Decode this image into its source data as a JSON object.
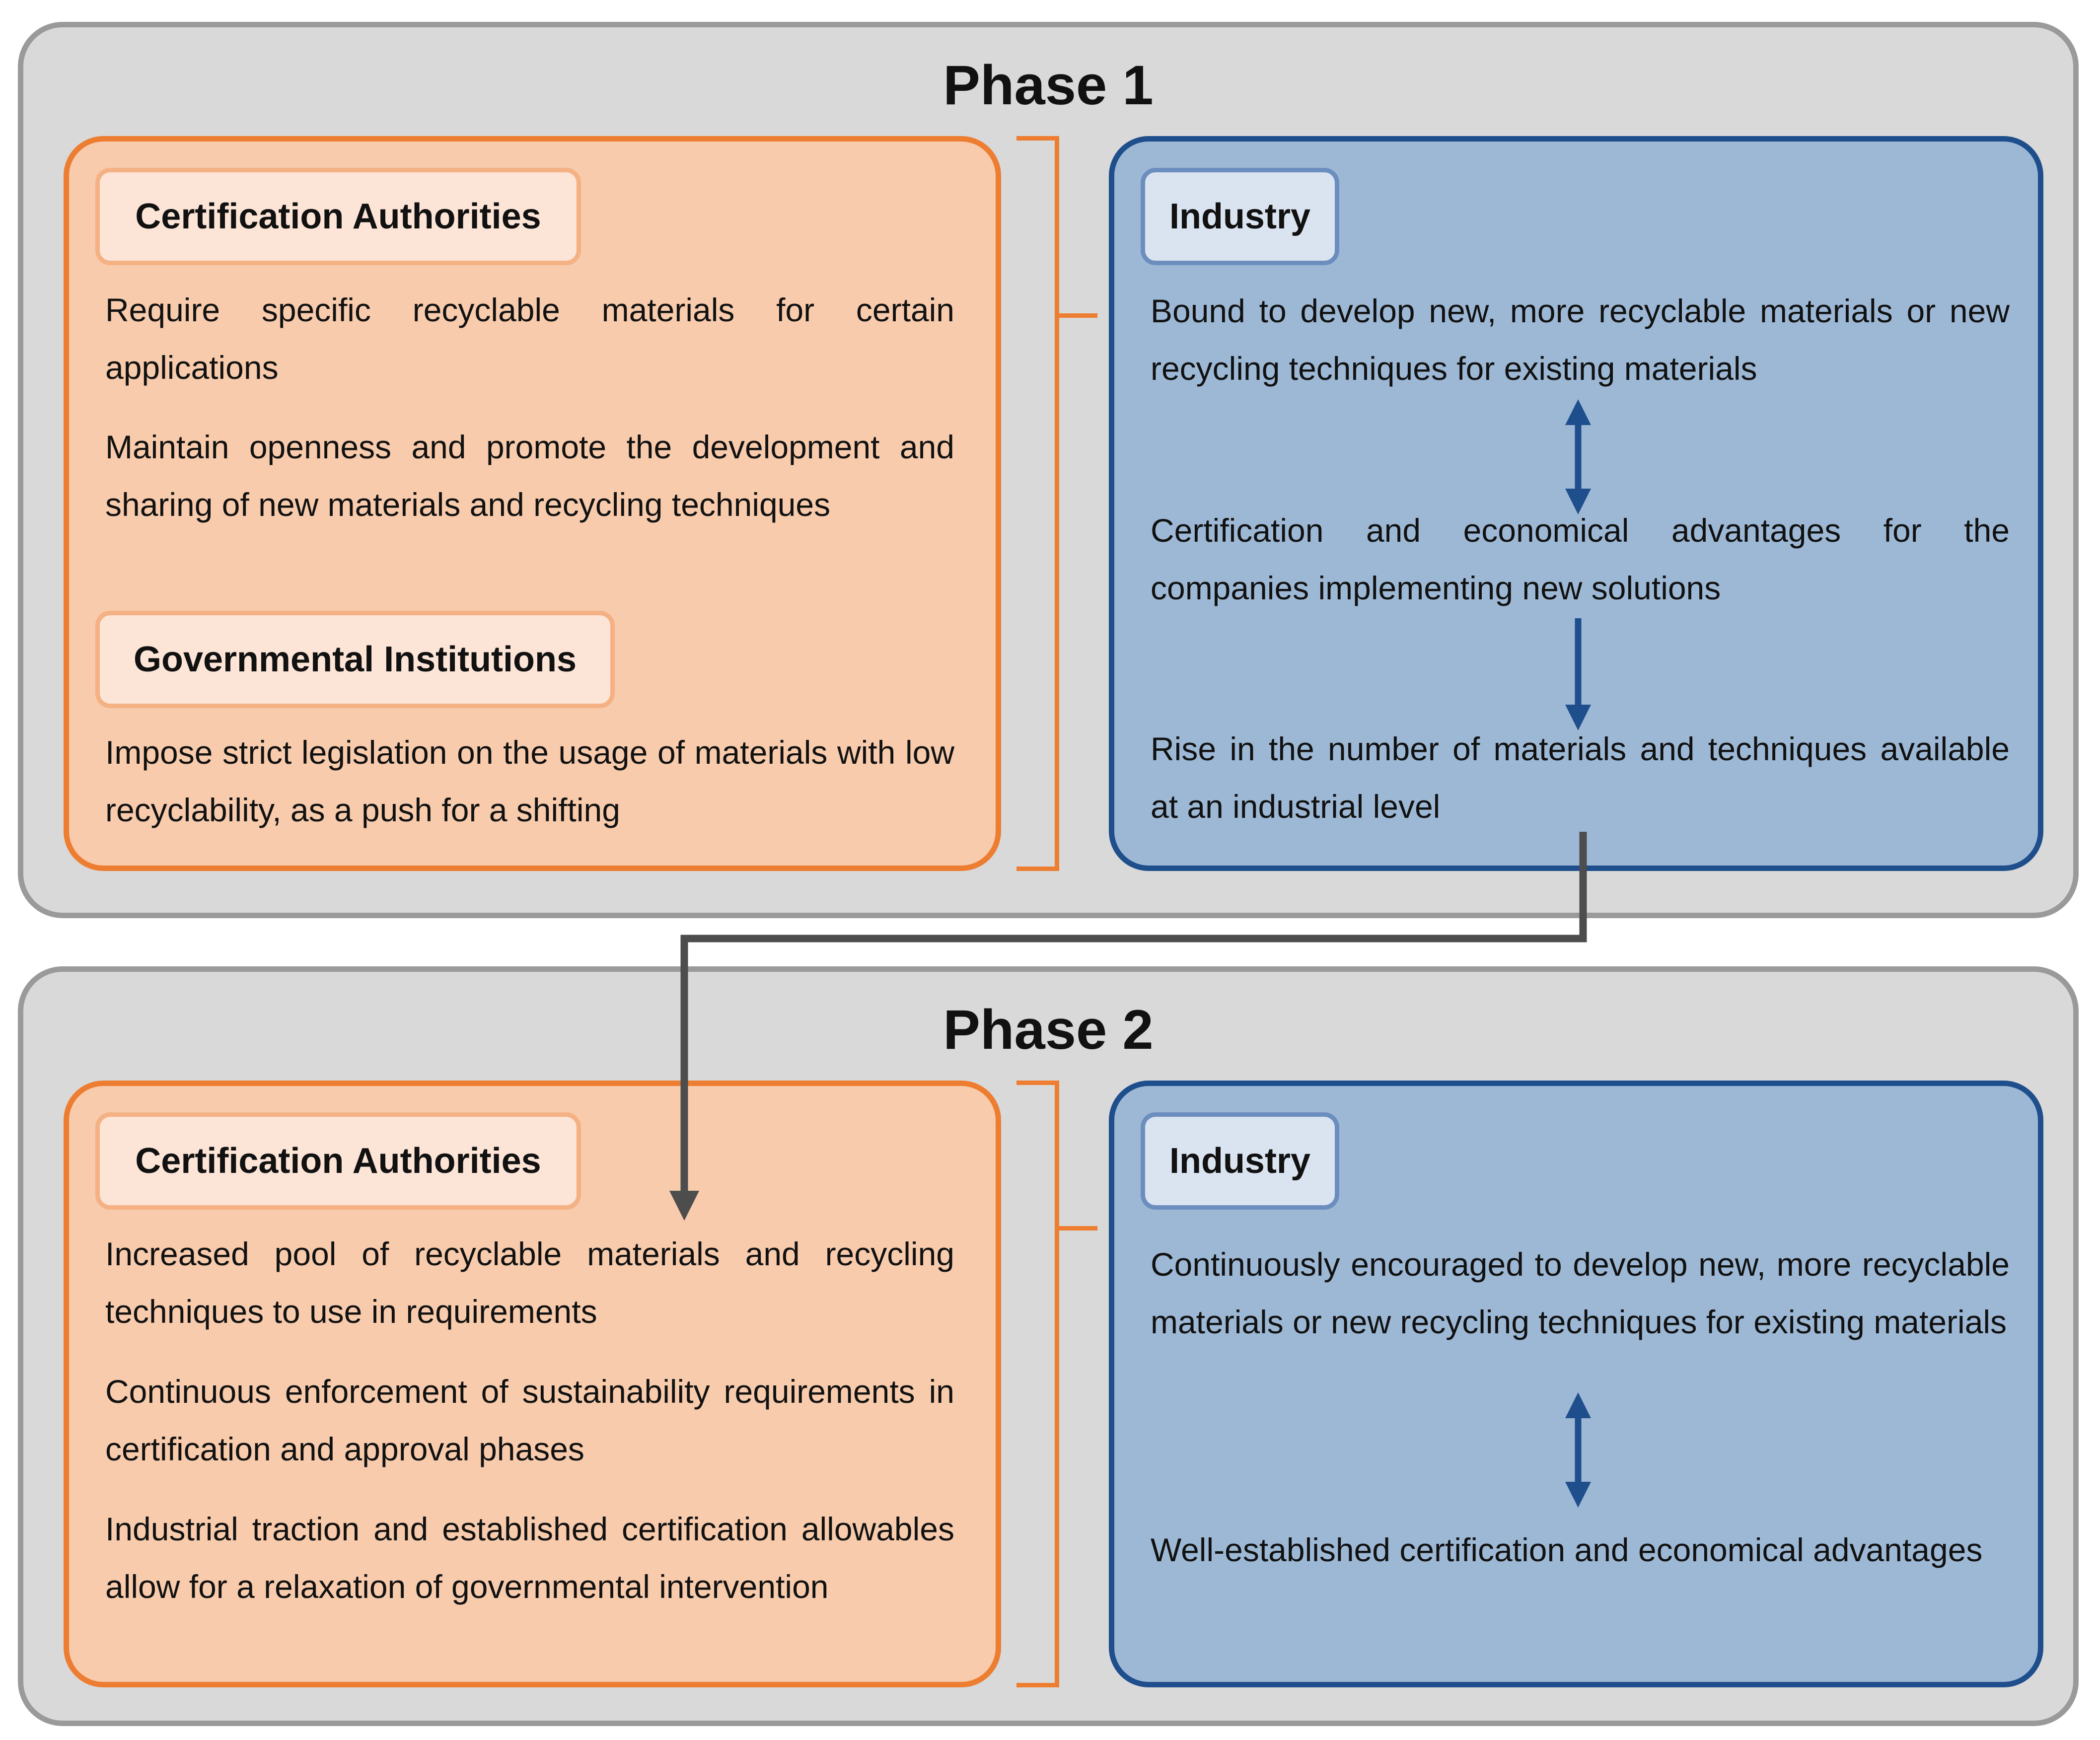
{
  "phase1": {
    "title": "Phase 1",
    "left": {
      "certification_label": "Certification Authorities",
      "certification_items": [
        "Require specific recyclable materials for certain applications",
        "Maintain openness and promote the development and sharing of new materials and recycling techniques"
      ],
      "government_label": "Governmental Institutions",
      "government_items": [
        "Impose strict legislation on the usage of materials with low recyclability, as a push for a shifting"
      ]
    },
    "right": {
      "industry_label": "Industry",
      "items": [
        "Bound to develop new, more recyclable materials or new recycling techniques for existing materials",
        "Certification and economical advantages for the companies implementing new solutions",
        "Rise in the number of materials and techniques available at an industrial level"
      ]
    }
  },
  "phase2": {
    "title": "Phase 2",
    "left": {
      "certification_label": "Certification Authorities",
      "items": [
        "Increased pool of recyclable materials and recycling techniques to use in requirements",
        "Continuous enforcement of sustainability requirements in certification and approval phases",
        "Industrial traction and established certification allowables allow for a relaxation of governmental intervention"
      ]
    },
    "right": {
      "industry_label": "Industry",
      "items": [
        "Continuously encouraged to develop new, more recyclable materials or new recycling techniques for existing materials",
        "Well-established certification and economical advantages"
      ]
    }
  },
  "colors": {
    "orange_border": "#ed7d31",
    "orange_fill": "#f7cbac",
    "blue_border": "#1f4e8c",
    "blue_fill": "#9db8d5",
    "phase_fill": "#d9d9d9",
    "connector": "#4d4d4d"
  }
}
